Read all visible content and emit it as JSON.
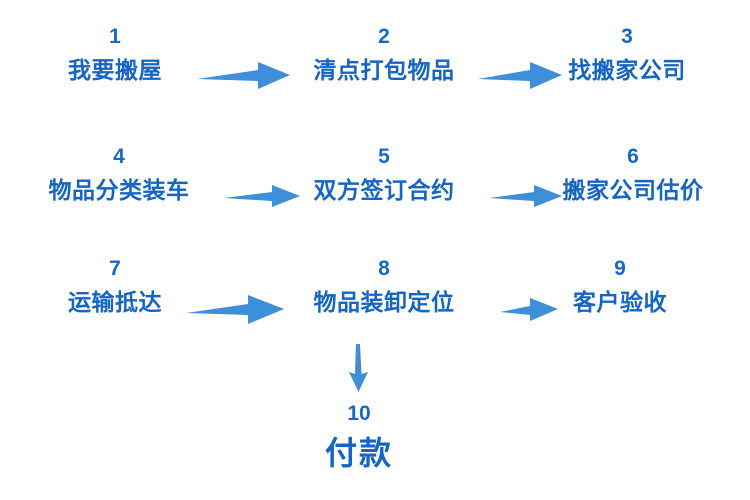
{
  "diagram": {
    "title": "",
    "colors": {
      "background": "#ffffff",
      "number_text": "#1769c8",
      "label_text": "#1565c6",
      "arrow_fill": "#3c8fd8"
    },
    "steps": [
      {
        "number": "1",
        "label": "我要搬屋",
        "row": 1,
        "col": 1
      },
      {
        "number": "2",
        "label": "清点打包物品",
        "row": 1,
        "col": 2
      },
      {
        "number": "3",
        "label": "找搬家公司",
        "row": 1,
        "col": 3
      },
      {
        "number": "4",
        "label": "物品分类装车",
        "row": 2,
        "col": 1
      },
      {
        "number": "5",
        "label": "双方签订合约",
        "row": 2,
        "col": 2
      },
      {
        "number": "6",
        "label": "搬家公司估价",
        "row": 2,
        "col": 3
      },
      {
        "number": "7",
        "label": "运输抵达",
        "row": 3,
        "col": 1
      },
      {
        "number": "8",
        "label": "物品装卸定位",
        "row": 3,
        "col": 2
      },
      {
        "number": "9",
        "label": "客户验收",
        "row": 3,
        "col": 3
      },
      {
        "number": "10",
        "label": "付款",
        "row": 4,
        "col": 2
      }
    ],
    "connectors": [
      {
        "name": "arrow-1-to-2",
        "from": "1",
        "to": "2",
        "direction": "right"
      },
      {
        "name": "arrow-2-to-3",
        "from": "2",
        "to": "3",
        "direction": "right"
      },
      {
        "name": "arrow-4-to-5",
        "from": "4",
        "to": "5",
        "direction": "right"
      },
      {
        "name": "arrow-5-to-6",
        "from": "5",
        "to": "6",
        "direction": "right"
      },
      {
        "name": "arrow-7-to-8",
        "from": "7",
        "to": "8",
        "direction": "right"
      },
      {
        "name": "arrow-8-to-9",
        "from": "8",
        "to": "9",
        "direction": "right"
      },
      {
        "name": "arrow-8-to-10",
        "from": "8",
        "to": "10",
        "direction": "down"
      }
    ]
  }
}
